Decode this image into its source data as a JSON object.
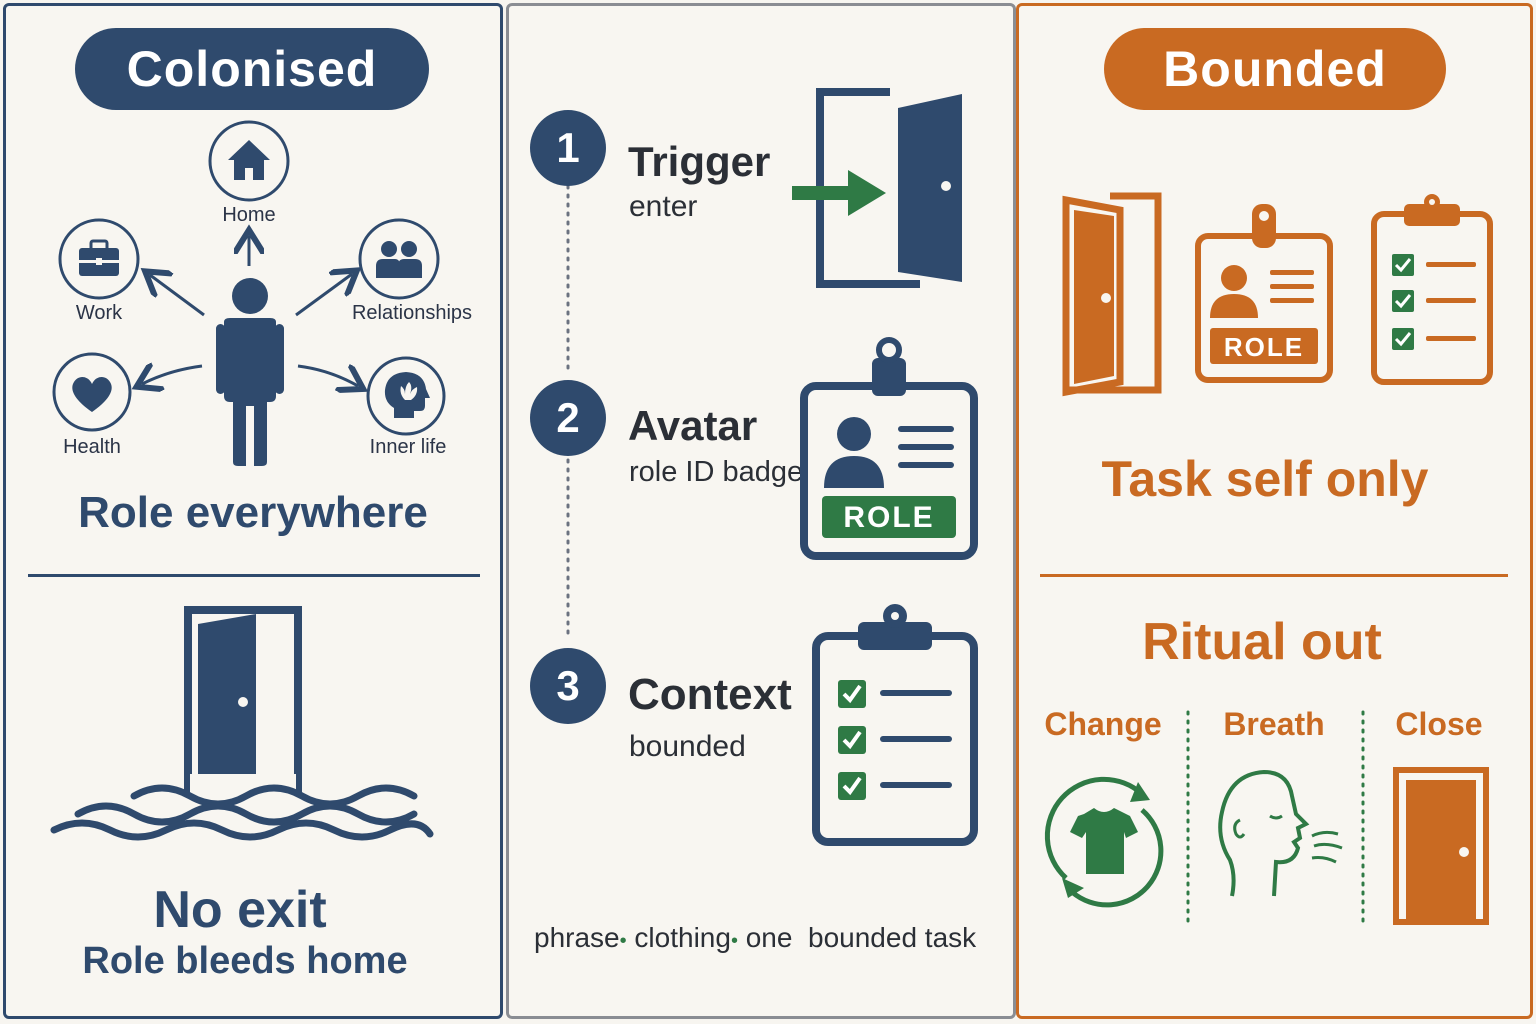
{
  "colonised": {
    "title": "Colonised",
    "domains": {
      "home": "Home",
      "work": "Work",
      "relationships": "Relationships",
      "health": "Health",
      "inner_life": "Inner life"
    },
    "caption": "Role everywhere",
    "no_exit_title": "No exit",
    "no_exit_subtitle": "Role bleeds home"
  },
  "steps": [
    {
      "number": "1",
      "title": "Trigger",
      "subtitle": "enter",
      "icon": "door-enter-icon"
    },
    {
      "number": "2",
      "title": "Avatar",
      "subtitle": "role ID badge",
      "icon": "id-badge-icon",
      "badge_text": "ROLE"
    },
    {
      "number": "3",
      "title": "Context",
      "subtitle": "bounded",
      "icon": "clipboard-checklist-icon"
    }
  ],
  "footer": {
    "items": [
      "phrase",
      "clothing",
      "one  bounded task"
    ],
    "separator": "•"
  },
  "bounded": {
    "title": "Bounded",
    "badge_text": "ROLE",
    "caption": "Task self only",
    "ritual_title": "Ritual out",
    "ritual_steps": [
      {
        "label": "Change",
        "icon": "shirt-cycle-icon"
      },
      {
        "label": "Breath",
        "icon": "breathing-head-icon"
      },
      {
        "label": "Close",
        "icon": "closed-door-icon"
      }
    ]
  },
  "colors": {
    "navy": "#2f4a6d",
    "orange": "#c96a22",
    "green": "#2f7a45",
    "background": "#f8f6f1"
  }
}
